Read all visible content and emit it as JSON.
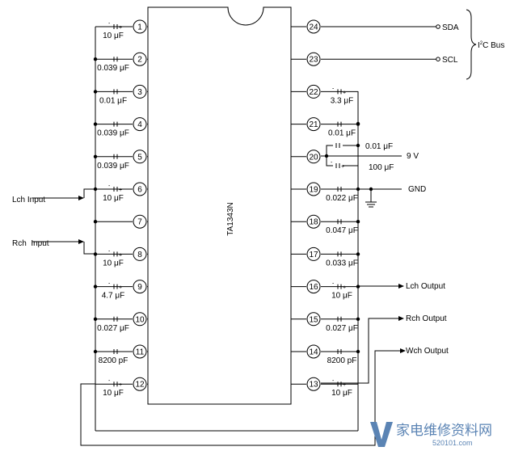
{
  "ic": {
    "part": "TA1343N"
  },
  "left_pins": [
    {
      "num": "1",
      "value": "10 μF"
    },
    {
      "num": "2",
      "value": "0.039 μF"
    },
    {
      "num": "3",
      "value": "0.01 μF"
    },
    {
      "num": "4",
      "value": "0.039 μF"
    },
    {
      "num": "5",
      "value": "0.039 μF"
    },
    {
      "num": "6",
      "value": "10 μF"
    },
    {
      "num": "7",
      "value": ""
    },
    {
      "num": "8",
      "value": "10 μF"
    },
    {
      "num": "9",
      "value": "4.7 μF"
    },
    {
      "num": "10",
      "value": "0.027 μF"
    },
    {
      "num": "11",
      "value": "8200 pF"
    },
    {
      "num": "12",
      "value": "10 μF"
    }
  ],
  "right_pins": [
    {
      "num": "24",
      "value": ""
    },
    {
      "num": "23",
      "value": ""
    },
    {
      "num": "22",
      "value": "3.3 μF"
    },
    {
      "num": "21",
      "value": "0.01 μF"
    },
    {
      "num": "20",
      "value": ""
    },
    {
      "num": "19",
      "value": "0.022 μF"
    },
    {
      "num": "18",
      "value": "0.047 μF"
    },
    {
      "num": "17",
      "value": "0.033 μF"
    },
    {
      "num": "16",
      "value": "10 μF"
    },
    {
      "num": "15",
      "value": "0.027 μF"
    },
    {
      "num": "14",
      "value": "8200 pF"
    },
    {
      "num": "13",
      "value": "10 μF"
    }
  ],
  "pin20_caps": {
    "upper": "0.01 μF",
    "lower": "100 μF"
  },
  "signals": {
    "sda": "SDA",
    "scl": "SCL",
    "i2c_bus": "C Bus",
    "i2c_prefix": "I",
    "i2c_sup": "2",
    "vcc": "9 V",
    "gnd": "GND",
    "lch_input": "Lch Input",
    "rch_input": "Rch  Input",
    "lch_output": "Lch Output",
    "rch_output": "Rch Output",
    "wch_output": "Wch Output"
  },
  "watermark": {
    "text": "家电维修资料网",
    "url": "520101.com"
  }
}
